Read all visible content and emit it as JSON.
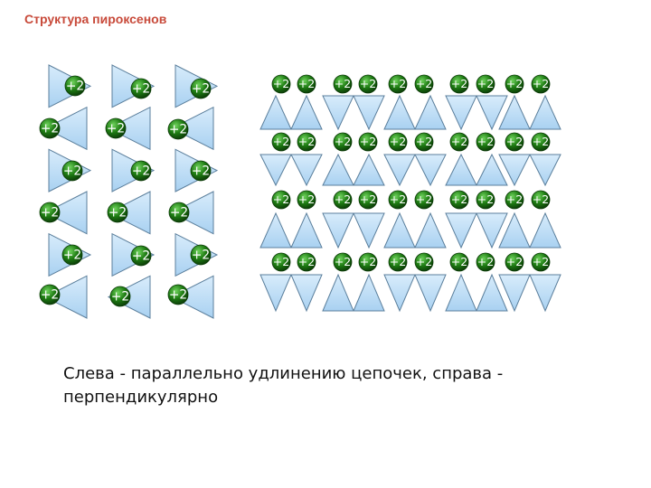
{
  "title": "Структура пироксенов",
  "ion_label": "+2",
  "caption": "Слева - параллельно удлинению цепочек, справа - перпендикулярно",
  "colors": {
    "title": "#c84a3a",
    "tetrahedron_fill": "#a9d1f1",
    "tetrahedron_light": "#d8ecfb",
    "tetrahedron_stroke": "#5b7f9c",
    "ion_fill": "#1d7a12",
    "ion_highlight": "#6fd35c",
    "ion_text": "#ffffff"
  },
  "icons": [
    "silicon-oxygen-tetrahedron",
    "cation-sphere"
  ]
}
